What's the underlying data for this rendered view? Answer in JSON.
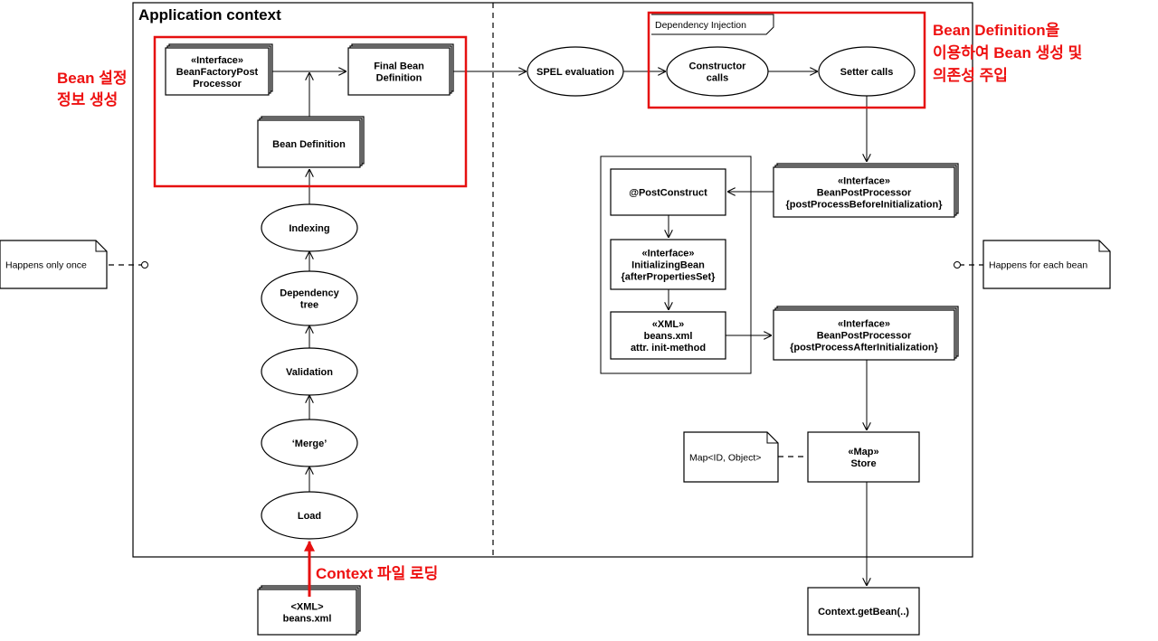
{
  "diagram": {
    "title": "Application context",
    "frame_label": "Dependency Injection",
    "nodes": {
      "bfpp": [
        "«Interface»",
        "BeanFactoryPost",
        "Processor"
      ],
      "final_bean_def": [
        "Final Bean",
        "Definition"
      ],
      "bean_def": [
        "Bean Definition"
      ],
      "indexing": [
        "Indexing"
      ],
      "dep_tree": [
        "Dependency",
        "tree"
      ],
      "validation": [
        "Validation"
      ],
      "merge": [
        "‘Merge’"
      ],
      "load": [
        "Load"
      ],
      "beans_xml_src": [
        "<XML>",
        "beans.xml"
      ],
      "spel": [
        "SPEL evaluation"
      ],
      "constructor": [
        "Constructor",
        "calls"
      ],
      "setter": [
        "Setter calls"
      ],
      "bpp_before": [
        "«Interface»",
        "BeanPostProcessor",
        "{postProcessBeforeInitialization}"
      ],
      "post_construct": [
        "@PostConstruct"
      ],
      "init_bean": [
        "«Interface»",
        "InitializingBean",
        "{afterPropertiesSet}"
      ],
      "xml_init": [
        "«XML»",
        "beans.xml",
        "attr. init-method"
      ],
      "bpp_after": [
        "«Interface»",
        "BeanPostProcessor",
        "{postProcessAfterInitialization}"
      ],
      "store": [
        "«Map»",
        "Store"
      ],
      "get_bean": [
        "Context.getBean(..)"
      ]
    },
    "notes": {
      "once": "Happens only once",
      "each": "Happens for each bean",
      "map": "Map<ID, Object>"
    },
    "annotations": {
      "bean_config": [
        "Bean 설정",
        "정보 생성"
      ],
      "bean_create": [
        "Bean Definition을",
        "이용하여 Bean 생성 및",
        "의존성 주입"
      ],
      "context_load": "Context 파일 로딩"
    },
    "colors": {
      "annotation": "#ee1111",
      "line": "#000000"
    }
  }
}
